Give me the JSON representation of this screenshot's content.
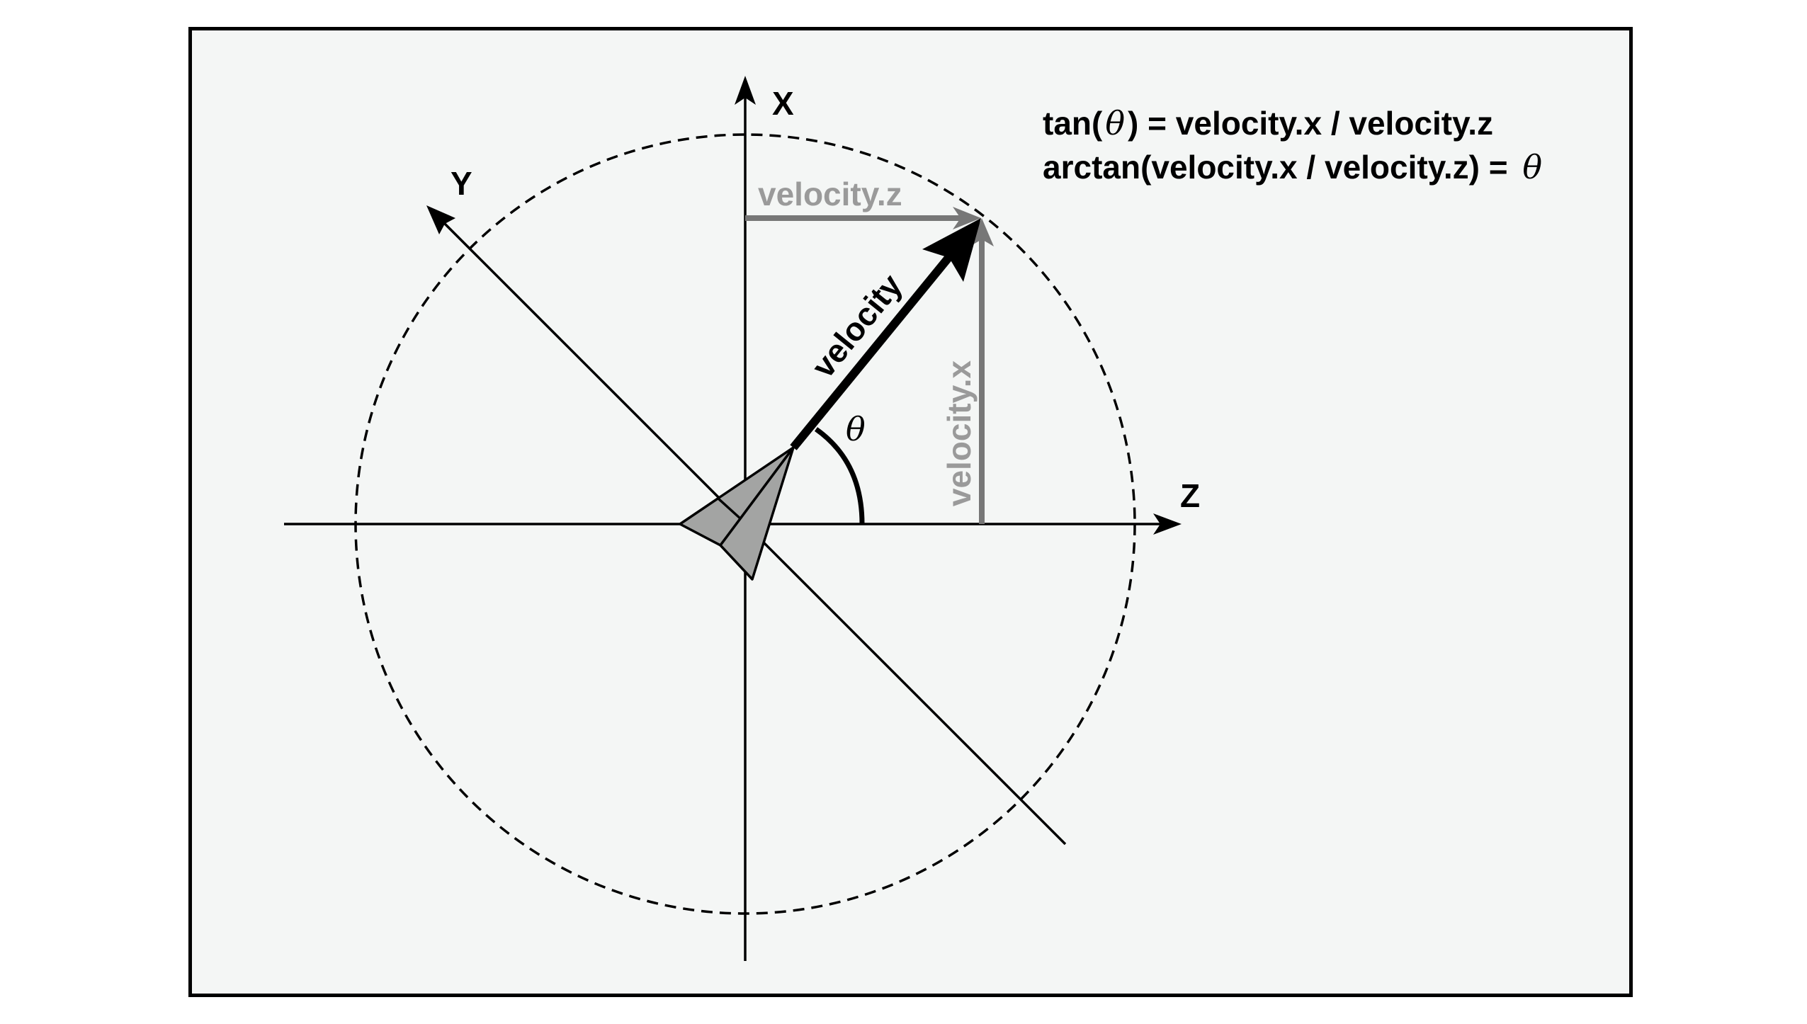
{
  "diagram": {
    "axes": {
      "x_label": "X",
      "y_label": "Y",
      "z_label": "Z"
    },
    "vectors": {
      "velocity_label": "velocity",
      "velocity_z_label": "velocity.z",
      "velocity_x_label": "velocity.x"
    },
    "angle": {
      "symbol": "θ"
    },
    "formulas": {
      "line1": {
        "prefix": "tan(",
        "symbol": "θ",
        "suffix": ") = velocity.x / velocity.z"
      },
      "line2": {
        "prefix": "arctan(velocity.x / velocity.z) = ",
        "symbol": "θ"
      }
    },
    "colors": {
      "background": "#f4f6f5",
      "frame": "#000000",
      "component_arrow": "#777777",
      "component_text": "#9a9a9a",
      "craft_fill": "#a3a4a3",
      "ink": "#000000"
    }
  }
}
